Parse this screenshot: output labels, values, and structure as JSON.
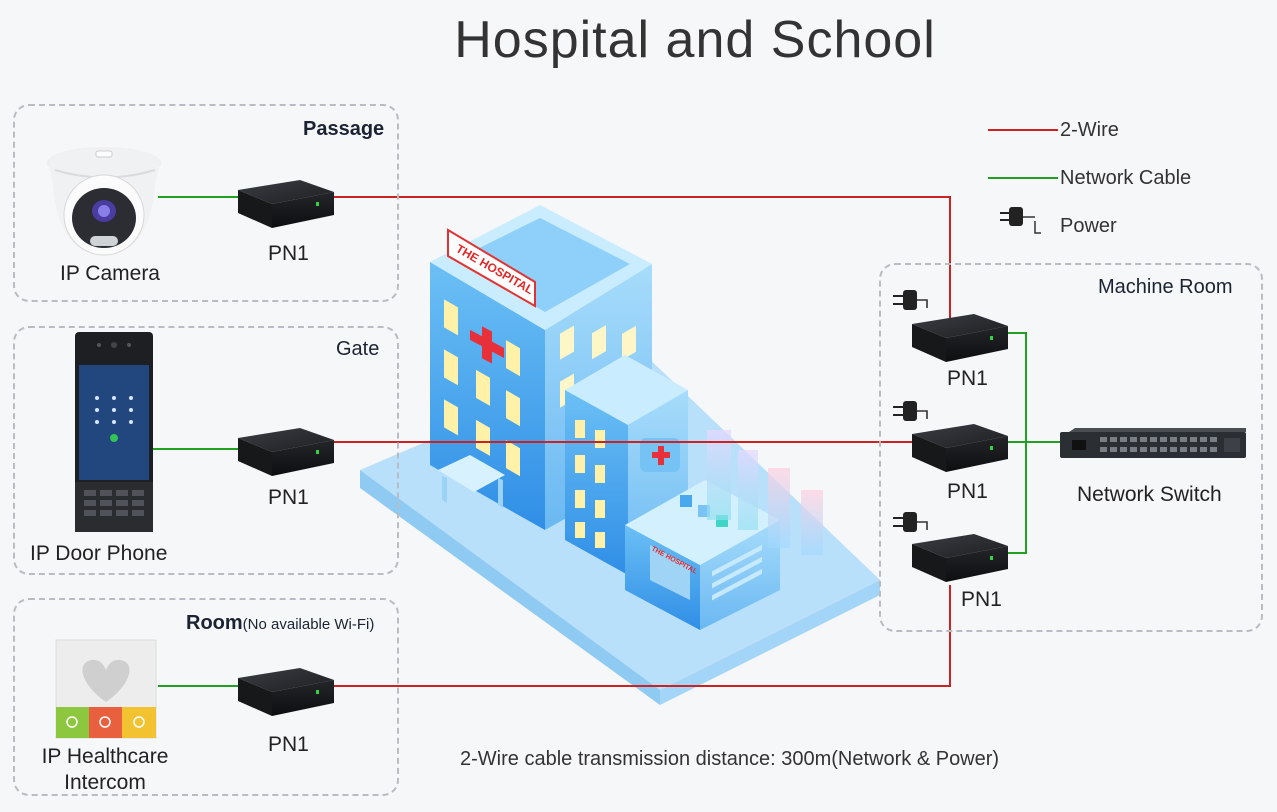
{
  "title": "Hospital and School",
  "legend": {
    "two_wire": "2-Wire",
    "network_cable": "Network Cable",
    "power": "Power"
  },
  "colors": {
    "two_wire": "#cc2222",
    "network_cable": "#22a022"
  },
  "zones": {
    "passage": {
      "title": "Passage",
      "device": "IP Camera",
      "adapter": "PN1"
    },
    "gate": {
      "title": "Gate",
      "device": "IP Door Phone",
      "adapter": "PN1"
    },
    "room": {
      "title": "Room",
      "subtitle": "(No available Wi-Fi)",
      "device_line1": "IP Healthcare",
      "device_line2": "Intercom",
      "adapter": "PN1"
    },
    "machine_room": {
      "title": "Machine Room",
      "adapters": [
        "PN1",
        "PN1",
        "PN1"
      ],
      "switch": "Network Switch"
    }
  },
  "building": {
    "sign_main": "THE HOSPITAL",
    "sign_small": "THE HOSPITAL"
  },
  "footer": "2-Wire cable transmission distance: 300m(Network & Power)"
}
